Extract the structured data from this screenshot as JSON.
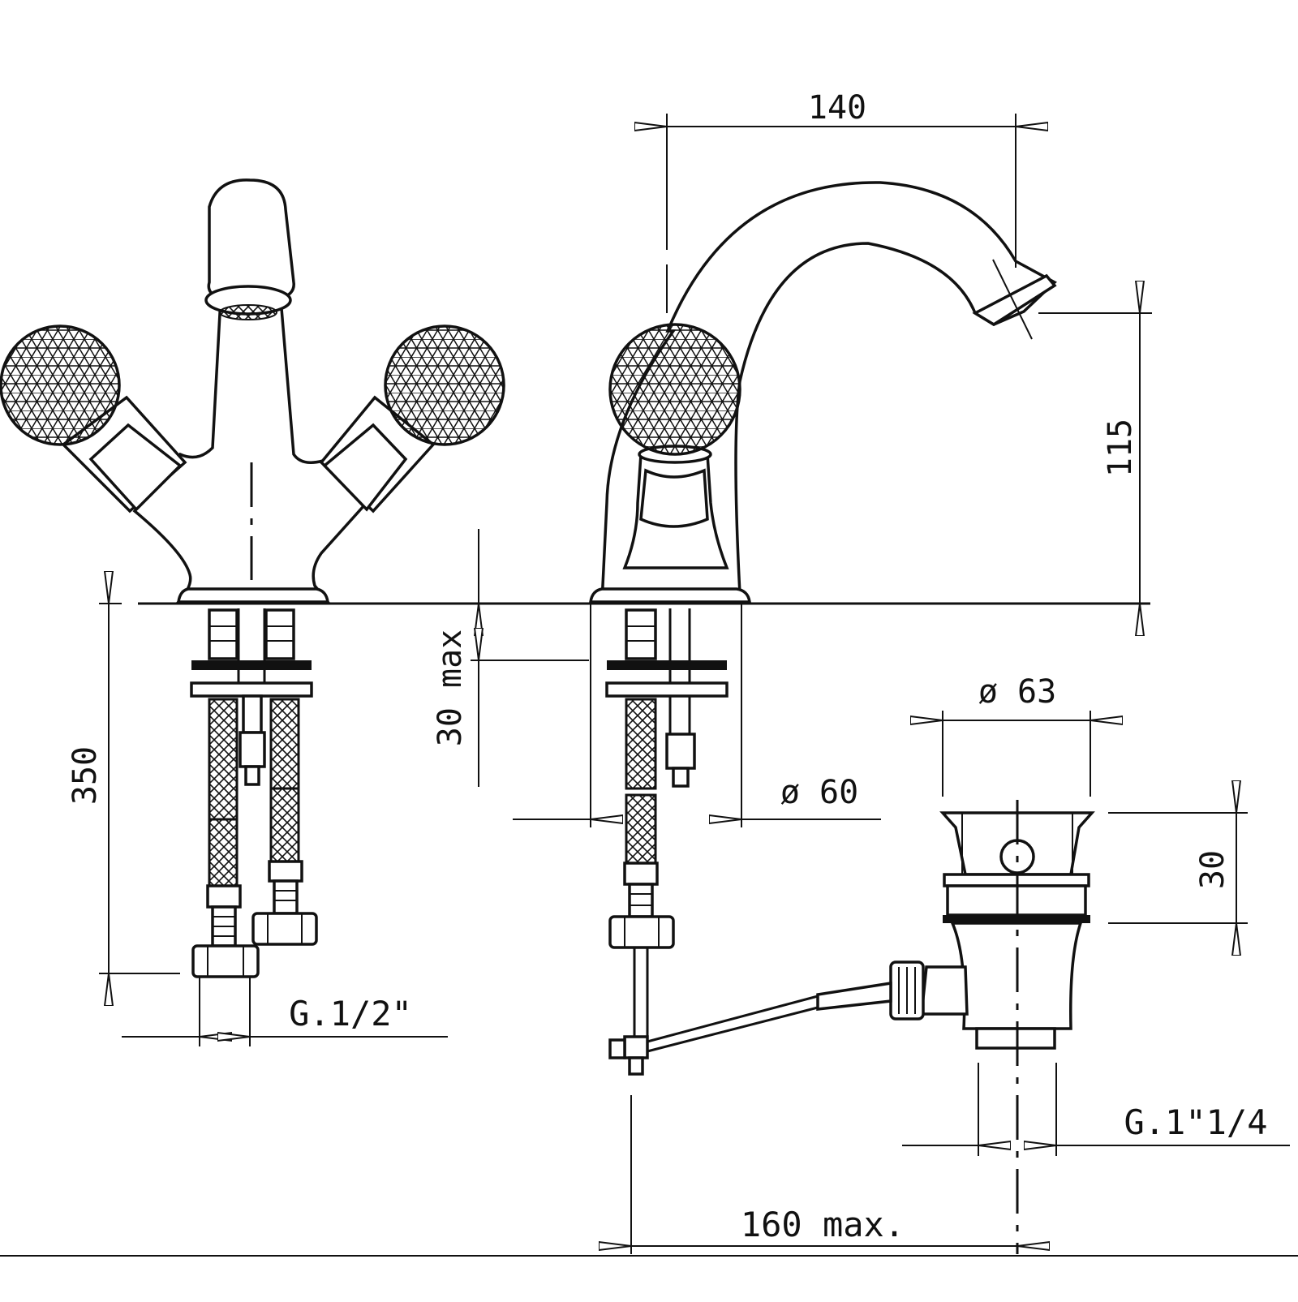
{
  "diagram": {
    "dimensions": {
      "spout_reach": "140",
      "spout_height": "115",
      "hose_length": "350",
      "deck_thickness": "30 max",
      "hole_diameter": "ø 60",
      "waste_diameter": "ø 63",
      "waste_height": "30",
      "inlet_thread": "G.1/2\"",
      "waste_thread": "G.1\"1/4",
      "rod_length": "160 max."
    }
  }
}
